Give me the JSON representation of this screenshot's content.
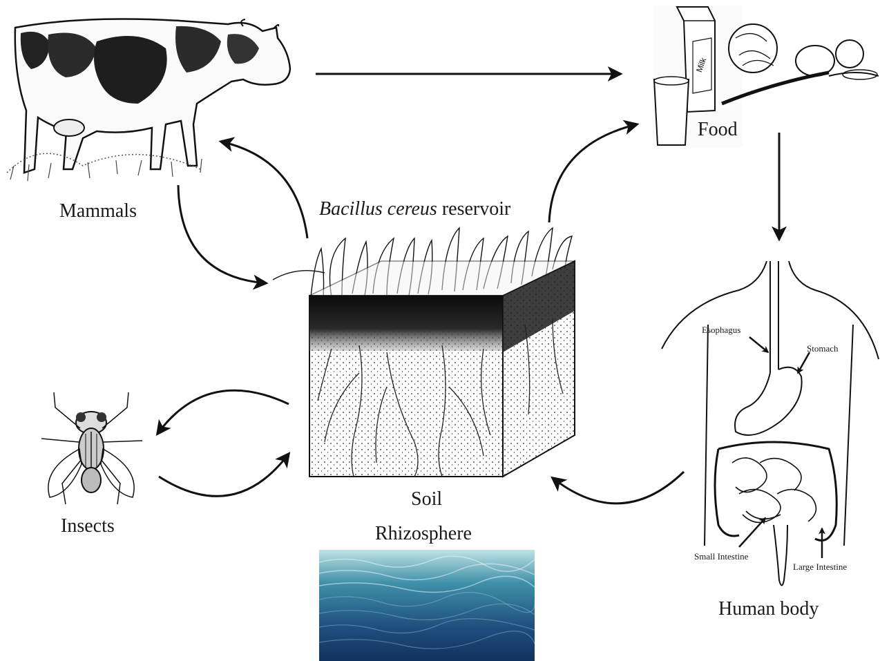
{
  "title": {
    "species": "Bacillus cereus",
    "rest": "reservoir"
  },
  "nodes": {
    "mammals": "Mammals",
    "food": "Food",
    "milk_carton": "Milk",
    "insects": "Insects",
    "soil": "Soil",
    "rhizosphere": "Rhizosphere",
    "human_body": "Human body"
  },
  "anatomy": {
    "esophagus": "Esophagus",
    "stomach": "Stomach",
    "small_intestine": "Small Intestine",
    "large_intestine": "Large Intestine"
  },
  "colors": {
    "line": "#111111",
    "water_light": "#bfe3e6",
    "water_mid": "#3f8fa8",
    "water_dark": "#12325e"
  }
}
